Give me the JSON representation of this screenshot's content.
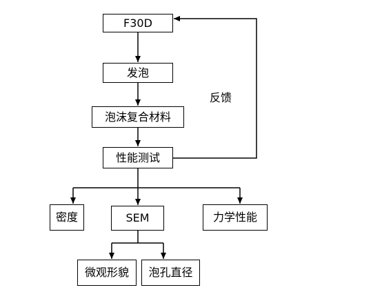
{
  "diagram": {
    "nodes": {
      "f30d": "F30D",
      "foam": "发泡",
      "composite": "泡沫复合材料",
      "test": "性能测试",
      "density": "密度",
      "sem": "SEM",
      "mech": "力学性能",
      "micro": "微观形貌",
      "pore": "泡孔直径"
    },
    "feedback_label": "反馈",
    "edges": [
      {
        "from": "f30d",
        "to": "foam"
      },
      {
        "from": "foam",
        "to": "composite"
      },
      {
        "from": "composite",
        "to": "test"
      },
      {
        "from": "test",
        "to": "density"
      },
      {
        "from": "test",
        "to": "sem"
      },
      {
        "from": "test",
        "to": "mech"
      },
      {
        "from": "sem",
        "to": "micro"
      },
      {
        "from": "sem",
        "to": "pore"
      },
      {
        "from": "test",
        "to": "f30d",
        "label": "反馈"
      }
    ],
    "colors": {
      "line": "#000000",
      "box_border": "#000000",
      "background": "#ffffff"
    }
  }
}
